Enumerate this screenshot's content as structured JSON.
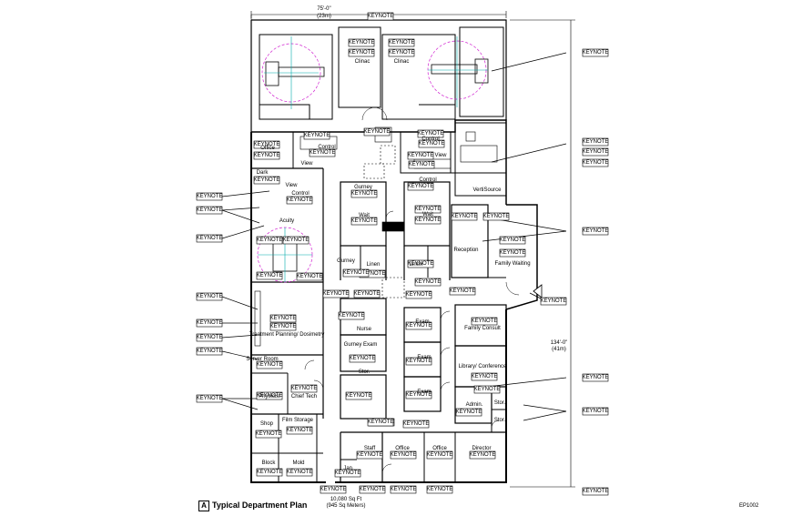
{
  "keynote_label": "KEYNOTE",
  "dims": {
    "top": "75'-0\"",
    "top_metric": "(23m)",
    "right": "134'-0\"",
    "right_metric": "(41m)"
  },
  "rooms": [
    {
      "id": "clinac-1",
      "text": "Clinac"
    },
    {
      "id": "clinac-2",
      "text": "Clinac"
    },
    {
      "id": "office-1",
      "text": "Office"
    },
    {
      "id": "control-1",
      "text": "Control"
    },
    {
      "id": "control-2",
      "text": "Control"
    },
    {
      "id": "control-3",
      "text": "Control"
    },
    {
      "id": "control-4",
      "text": "Control"
    },
    {
      "id": "view-1",
      "text": "View"
    },
    {
      "id": "view-2",
      "text": "View"
    },
    {
      "id": "view-3",
      "text": "View"
    },
    {
      "id": "dark",
      "text": "Dark"
    },
    {
      "id": "acuity",
      "text": "Acuity"
    },
    {
      "id": "gurney-1",
      "text": "Gurney"
    },
    {
      "id": "wait-1",
      "text": "Wait"
    },
    {
      "id": "wait-2",
      "text": "Wait"
    },
    {
      "id": "gurney-2",
      "text": "Gurney"
    },
    {
      "id": "linen-1",
      "text": "Linen"
    },
    {
      "id": "linen-2",
      "text": "Linen"
    },
    {
      "id": "vertisource",
      "text": "VertiSource"
    },
    {
      "id": "reception",
      "text": "Reception"
    },
    {
      "id": "family-waiting",
      "text": "Family Waiting"
    },
    {
      "id": "nurse",
      "text": "Nurse"
    },
    {
      "id": "exam-1",
      "text": "Exam"
    },
    {
      "id": "exam-2",
      "text": "Exam"
    },
    {
      "id": "exam-3",
      "text": "Exam"
    },
    {
      "id": "gurney-exam",
      "text": "Gurney Exam"
    },
    {
      "id": "family-consult",
      "text": "Family Consult"
    },
    {
      "id": "treatment",
      "text": "Treatment Planning/ Dosimetry"
    },
    {
      "id": "server",
      "text": "Server Room"
    },
    {
      "id": "library",
      "text": "Library/ Conference"
    },
    {
      "id": "stor-1",
      "text": "Stor."
    },
    {
      "id": "stor-2",
      "text": "Stor."
    },
    {
      "id": "stor-3",
      "text": "Stor."
    },
    {
      "id": "physicist",
      "text": "Physicist"
    },
    {
      "id": "chief-tech",
      "text": "Chief Tech"
    },
    {
      "id": "admin",
      "text": "Admin."
    },
    {
      "id": "shop",
      "text": "Shop"
    },
    {
      "id": "film-storage",
      "text": "Film Storage"
    },
    {
      "id": "staff",
      "text": "Staff"
    },
    {
      "id": "office-2",
      "text": "Office"
    },
    {
      "id": "office-3",
      "text": "Office"
    },
    {
      "id": "director",
      "text": "Director"
    },
    {
      "id": "block",
      "text": "Block"
    },
    {
      "id": "mold",
      "text": "Mold"
    },
    {
      "id": "jan",
      "text": "Jan."
    }
  ],
  "title": {
    "letter": "A",
    "text": "Typical Department Plan"
  },
  "area": {
    "sqft": "10,080 Sq Ft",
    "metric": "(945 Sq Meters)"
  },
  "drawing_number": "EP1002"
}
